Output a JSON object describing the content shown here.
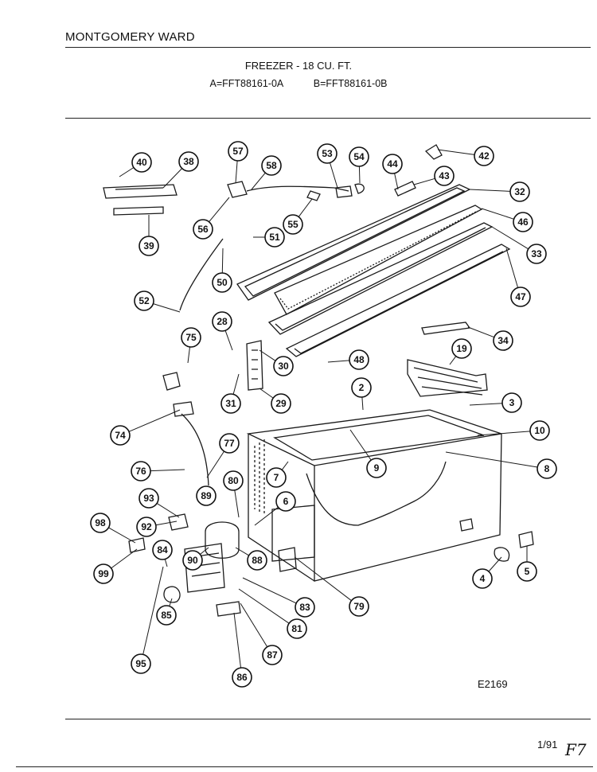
{
  "header": {
    "brand": "MONTGOMERY WARD",
    "title": "FREEZER - 18 CU. FT.",
    "model_a": "A=FFT88161-0A",
    "model_b": "B=FFT88161-0B"
  },
  "footer": {
    "diagram_code": "E2169",
    "date_code": "1/91",
    "margin_note": "F7"
  },
  "callouts": [
    "40",
    "38",
    "39",
    "57",
    "58",
    "56",
    "51",
    "50",
    "52",
    "53",
    "54",
    "55",
    "44",
    "43",
    "42",
    "32",
    "46",
    "33",
    "47",
    "34",
    "19",
    "28",
    "75",
    "30",
    "31",
    "29",
    "48",
    "2",
    "3",
    "10",
    "74",
    "77",
    "9",
    "8",
    "76",
    "7",
    "80",
    "89",
    "93",
    "6",
    "92",
    "98",
    "84",
    "90",
    "88",
    "99",
    "79",
    "4",
    "5",
    "83",
    "85",
    "81",
    "95",
    "87",
    "86"
  ]
}
